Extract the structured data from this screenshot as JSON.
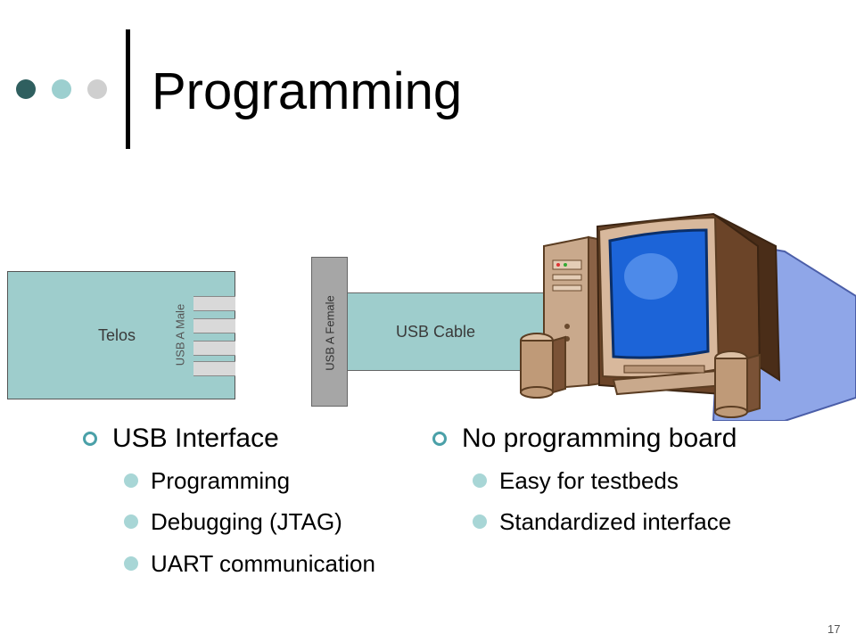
{
  "slide": {
    "title": "Programming",
    "page_number": "17"
  },
  "diagram": {
    "telos_label": "Telos",
    "usb_male_label": "USB A Male",
    "usb_female_label": "USB A Female",
    "cable_label": "USB Cable"
  },
  "lists": {
    "left": {
      "heading": "USB Interface",
      "items": [
        "Programming",
        "Debugging (JTAG)",
        "UART communication"
      ]
    },
    "right": {
      "heading": "No programming board",
      "items": [
        "Easy for testbeds",
        "Standardized interface"
      ]
    }
  },
  "colors": {
    "board_teal": "#9ecdcc",
    "connector_gray": "#a6a6a6",
    "bullet_ring": "#4aa0a8",
    "bullet_dot": "#a8d6d6",
    "title_dot_dark": "#2f5f5f",
    "title_dot_mid": "#9ccfcf",
    "title_dot_light": "#cfcfcf"
  }
}
